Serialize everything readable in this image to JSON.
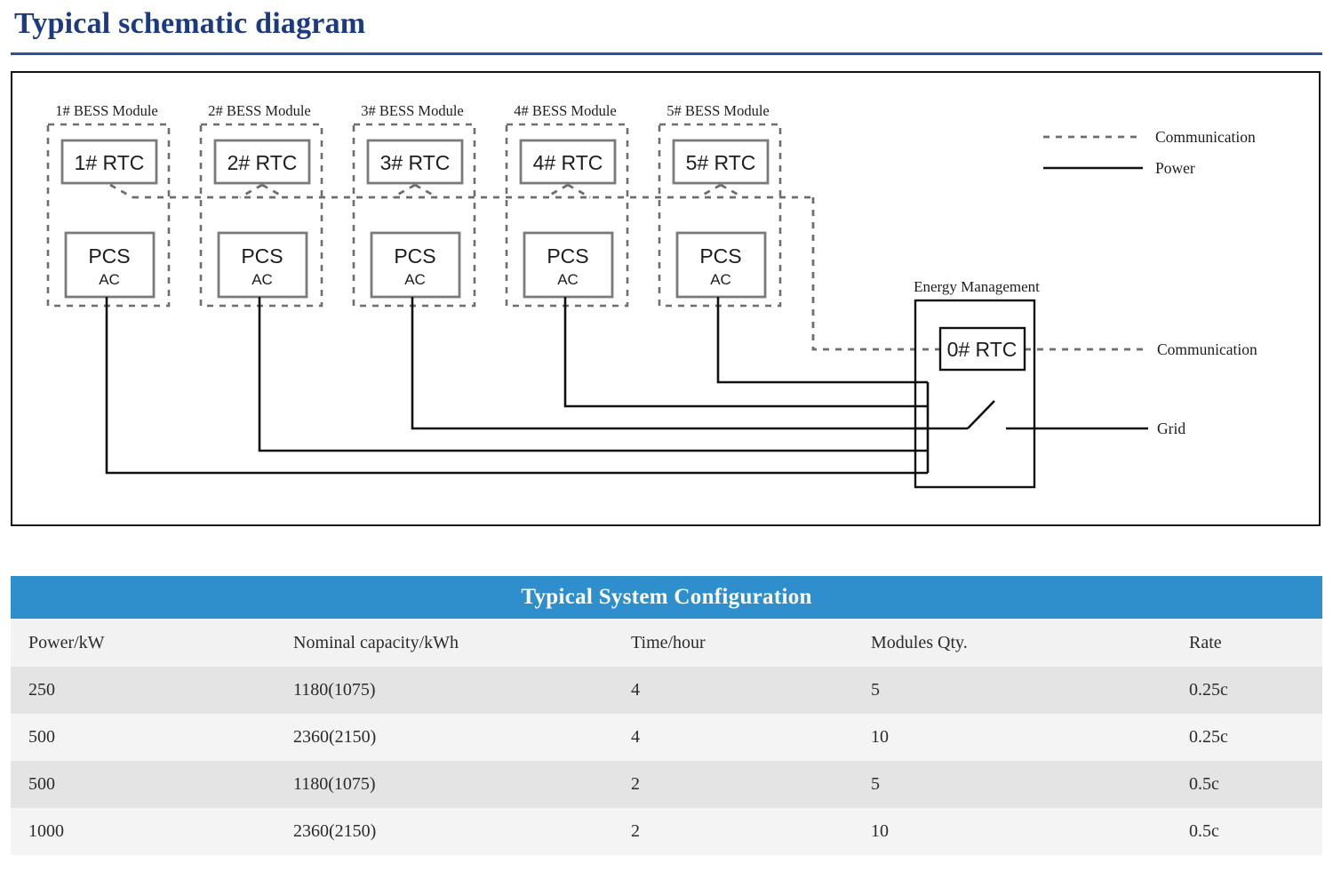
{
  "page": {
    "title": "Typical schematic diagram",
    "title_color": "#1b3a80",
    "rule_color": "#2f4fa0"
  },
  "diagram": {
    "modules": [
      {
        "label": "1# BESS Module",
        "rtc": "1# RTC",
        "pcs_line1": "PCS",
        "pcs_line2": "AC"
      },
      {
        "label": "2# BESS Module",
        "rtc": "2# RTC",
        "pcs_line1": "PCS",
        "pcs_line2": "AC"
      },
      {
        "label": "3# BESS Module",
        "rtc": "3# RTC",
        "pcs_line1": "PCS",
        "pcs_line2": "AC"
      },
      {
        "label": "4# BESS Module",
        "rtc": "4# RTC",
        "pcs_line1": "PCS",
        "pcs_line2": "AC"
      },
      {
        "label": "5# BESS Module",
        "rtc": "5# RTC",
        "pcs_line1": "PCS",
        "pcs_line2": "AC"
      }
    ],
    "legend": {
      "communication": "Communication",
      "power": "Power",
      "communication_color": "#6e6e6e",
      "power_color": "#111111"
    },
    "ems": {
      "label": "Energy Management",
      "rtc": "0# RTC",
      "communication_out": "Communication",
      "grid_out": "Grid"
    },
    "box_border_color": "#7a7a7a",
    "module_dash_color": "#6e6e6e",
    "power_line_color": "#111111"
  },
  "table": {
    "title": "Typical System Configuration",
    "title_bg": "#2e8fcc",
    "columns": [
      "Power/kW",
      "Nominal capacity/kWh",
      "Time/hour",
      "Modules Qty.",
      "Rate"
    ],
    "rows": [
      [
        "250",
        "1180(1075)",
        "4",
        "5",
        "0.25c"
      ],
      [
        "500",
        "2360(2150)",
        "4",
        "10",
        "0.25c"
      ],
      [
        "500",
        "1180(1075)",
        "2",
        "5",
        "0.5c"
      ],
      [
        "1000",
        "2360(2150)",
        "2",
        "10",
        "0.5c"
      ]
    ]
  }
}
